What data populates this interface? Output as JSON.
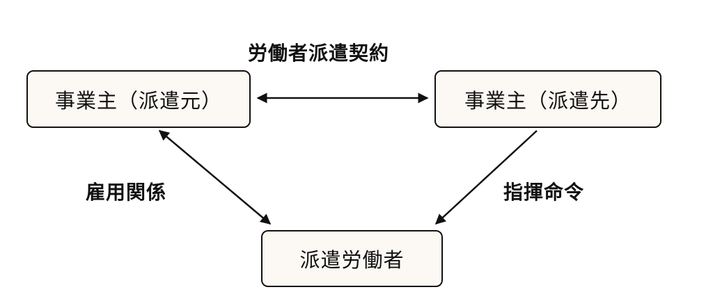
{
  "nodes": {
    "origin": "事業主（派遣元）",
    "destination": "事業主（派遣先）",
    "worker": "派遣労働者"
  },
  "relations": {
    "contract": "労働者派遣契約",
    "employment": "雇用関係",
    "command": "指揮命令"
  },
  "colors": {
    "box_fill": "#fcf8f4",
    "stroke": "#111111",
    "background": "#ffffff"
  }
}
